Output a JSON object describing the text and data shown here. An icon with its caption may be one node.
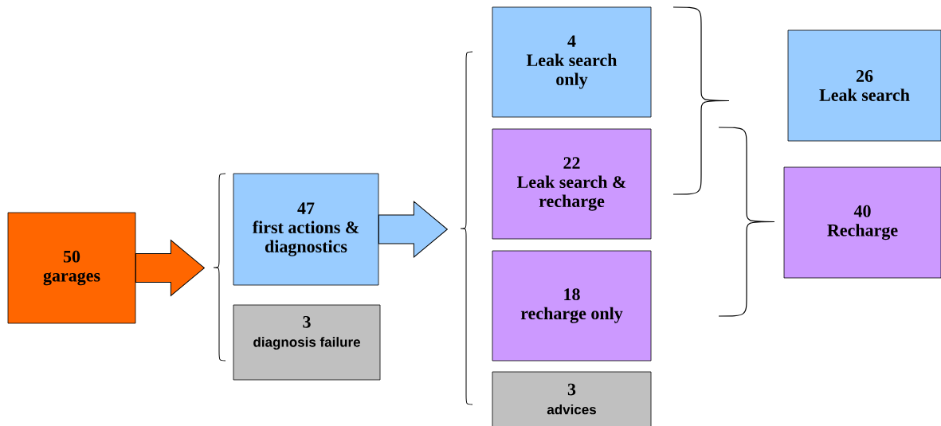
{
  "diagram": {
    "nodes": [
      {
        "text": [
          "50",
          "garages"
        ]
      },
      {
        "text": [
          "47",
          "first actions & diagnostics"
        ]
      },
      {
        "text": [
          "3",
          "diagnosis failure"
        ]
      },
      {
        "text": [
          "4",
          "Leak search only"
        ]
      },
      {
        "text": [
          "22",
          "Leak search & recharge"
        ]
      },
      {
        "text": [
          "18",
          "recharge only"
        ]
      },
      {
        "text": [
          "3",
          "advices"
        ]
      },
      {
        "text": [
          "26",
          "Leak search"
        ]
      },
      {
        "text": [
          "40",
          "Recharge"
        ]
      }
    ],
    "edges": [
      {
        "from": 0,
        "to": null,
        "arrow": "to"
      },
      {
        "from": 1,
        "to": null,
        "arrow": "to"
      }
    ]
  }
}
